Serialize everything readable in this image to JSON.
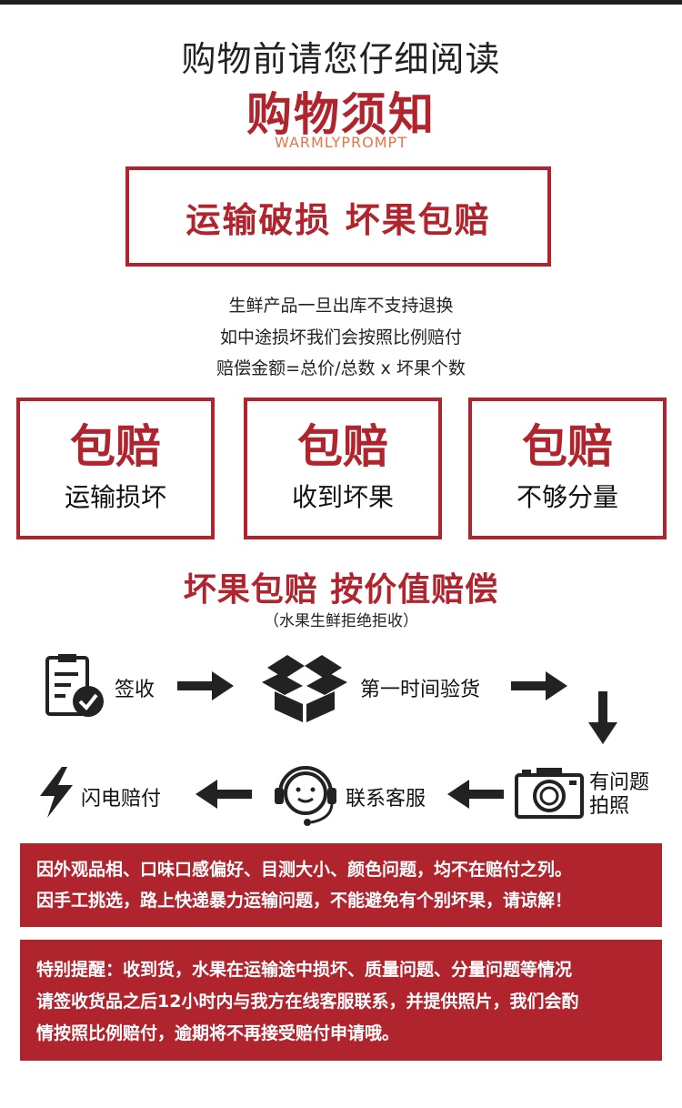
{
  "header": {
    "subtitle": "购物前请您仔细阅读",
    "title": "购物须知",
    "title_en": "WARMLYPROMPT"
  },
  "headline": "运输破损 坏果包赔",
  "notes": [
    "生鲜产品一旦出库不支持退换",
    "如中途损坏我们会按照比例赔付",
    "赔偿金额=总价/总数 x 坏果个数"
  ],
  "cards": [
    {
      "big": "包赔",
      "sub": "运输损坏"
    },
    {
      "big": "包赔",
      "sub": "收到坏果"
    },
    {
      "big": "包赔",
      "sub": "不够分量"
    }
  ],
  "policy": {
    "title": "坏果包赔 按价值赔偿",
    "note": "（水果生鲜拒绝拒收）"
  },
  "steps": {
    "sign": "签收",
    "inspect": "第一时间验货",
    "problem_line1": "有问题",
    "problem_line2": "拍照",
    "service": "联系客服",
    "payout": "闪电赔付"
  },
  "panel1": {
    "line1": "因外观品相、口味口感偏好、目测大小、颜色问题，均不在赔付之列。",
    "line2": "因手工挑选，路上快递暴力运输问题，不能避免有个别坏果，请谅解！"
  },
  "panel2": {
    "line1": "特别提醒：收到货，水果在运输途中损坏、质量问题、分量问题等情况",
    "line2": "请签收货品之后12小时内与我方在线客服联系，并提供照片，我们会酌",
    "line3": "情按照比例赔付，逾期将不再接受赔付申请哦。"
  },
  "colors": {
    "accent": "#b0242e",
    "accent_light": "#e8764a",
    "icon": "#222222"
  }
}
